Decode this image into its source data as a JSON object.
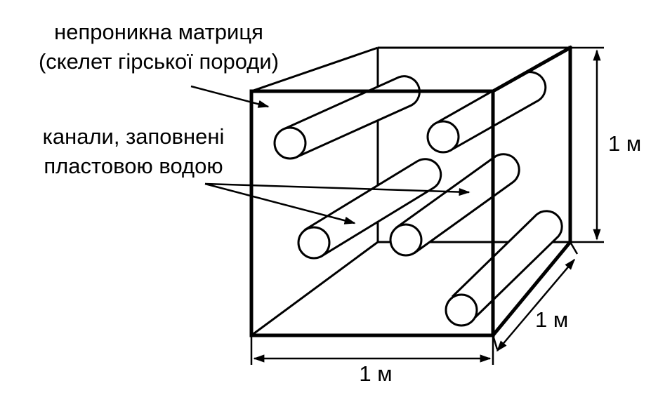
{
  "labels": {
    "matrix_line1": "непроникна матриця",
    "matrix_line2": "(скелет гірської породи)",
    "channels_line1": "канали, заповнені",
    "channels_line2": "пластовою водою",
    "dim_height": "1 м",
    "dim_depth": "1 м",
    "dim_width": "1 м"
  },
  "colors": {
    "stroke": "#000000",
    "background": "#ffffff"
  }
}
